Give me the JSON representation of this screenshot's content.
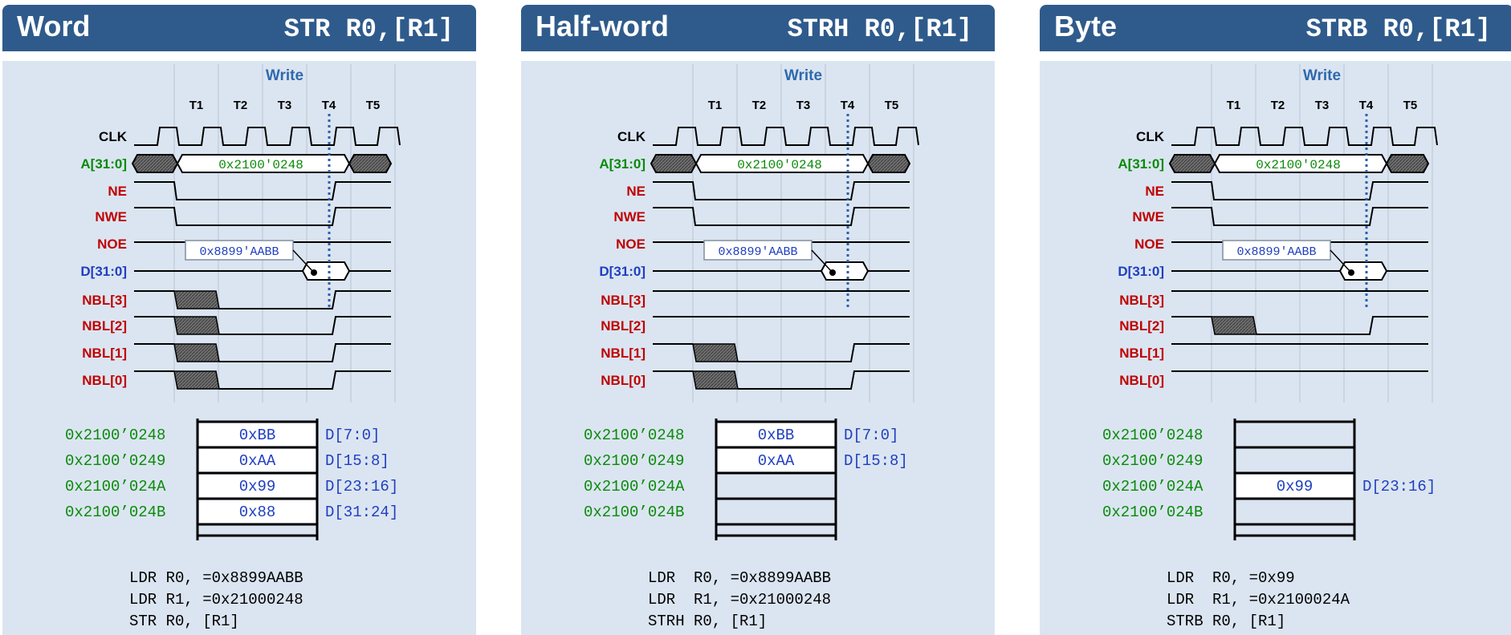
{
  "colors": {
    "header_bg": "#2f5b8c",
    "body_bg": "#dbe5f1",
    "title_blue": "#2f69ad",
    "sig_red": "#c00000",
    "sig_green": "#0a8a0a",
    "sig_blue": "#1f3fbf",
    "label_dark": "#000000",
    "hatch_fill": "#707070"
  },
  "panels": [
    {
      "title": "Word",
      "instruction": "STR R0,[R1]",
      "timing": {
        "heading": "Write",
        "cycles": [
          "T1",
          "T2",
          "T3",
          "T4",
          "T5"
        ],
        "signals": [
          "CLK",
          "A[31:0]",
          "NE",
          "NWE",
          "NOE",
          "D[31:0]",
          "NBL[3]",
          "NBL[2]",
          "NBL[1]",
          "NBL[0]"
        ],
        "address_value": "0x2100'0248",
        "data_value": "0x8899'AABB",
        "active_byte_lanes": [
          "NBL[3]",
          "NBL[2]",
          "NBL[1]",
          "NBL[0]"
        ]
      },
      "memory": {
        "addresses": [
          "0x2100’0248",
          "0x2100’0249",
          "0x2100’024A",
          "0x2100’024B"
        ],
        "cells": [
          "0xBB",
          "0xAA",
          "0x99",
          "0x88"
        ],
        "lanes": [
          "D[7:0]",
          "D[15:8]",
          "D[23:16]",
          "D[31:24]"
        ]
      },
      "code": [
        "LDR R0, =0x8899AABB",
        "LDR R1, =0x21000248",
        "STR R0, [R1]"
      ]
    },
    {
      "title": "Half-word",
      "instruction": "STRH R0,[R1]",
      "timing": {
        "heading": "Write",
        "cycles": [
          "T1",
          "T2",
          "T3",
          "T4",
          "T5"
        ],
        "signals": [
          "CLK",
          "A[31:0]",
          "NE",
          "NWE",
          "NOE",
          "D[31:0]",
          "NBL[3]",
          "NBL[2]",
          "NBL[1]",
          "NBL[0]"
        ],
        "address_value": "0x2100'0248",
        "data_value": "0x8899'AABB",
        "active_byte_lanes": [
          "NBL[1]",
          "NBL[0]"
        ]
      },
      "memory": {
        "addresses": [
          "0x2100’0248",
          "0x2100’0249",
          "0x2100’024A",
          "0x2100’024B"
        ],
        "cells": [
          "0xBB",
          "0xAA",
          "",
          ""
        ],
        "lanes": [
          "D[7:0]",
          "D[15:8]",
          "",
          ""
        ]
      },
      "code": [
        "LDR  R0, =0x8899AABB",
        "LDR  R1, =0x21000248",
        "STRH R0, [R1]"
      ]
    },
    {
      "title": "Byte",
      "instruction": "STRB R0,[R1]",
      "timing": {
        "heading": "Write",
        "cycles": [
          "T1",
          "T2",
          "T3",
          "T4",
          "T5"
        ],
        "signals": [
          "CLK",
          "A[31:0]",
          "NE",
          "NWE",
          "NOE",
          "D[31:0]",
          "NBL[3]",
          "NBL[2]",
          "NBL[1]",
          "NBL[0]"
        ],
        "address_value": "0x2100'0248",
        "data_value": "0x8899'AABB",
        "active_byte_lanes": [
          "NBL[2]"
        ]
      },
      "memory": {
        "addresses": [
          "0x2100’0248",
          "0x2100’0249",
          "0x2100’024A",
          "0x2100’024B"
        ],
        "cells": [
          "",
          "",
          "0x99",
          ""
        ],
        "lanes": [
          "",
          "",
          "D[23:16]",
          ""
        ]
      },
      "code": [
        "LDR  R0, =0x99",
        "LDR  R1, =0x2100024A",
        "STRB R0, [R1]"
      ]
    }
  ]
}
